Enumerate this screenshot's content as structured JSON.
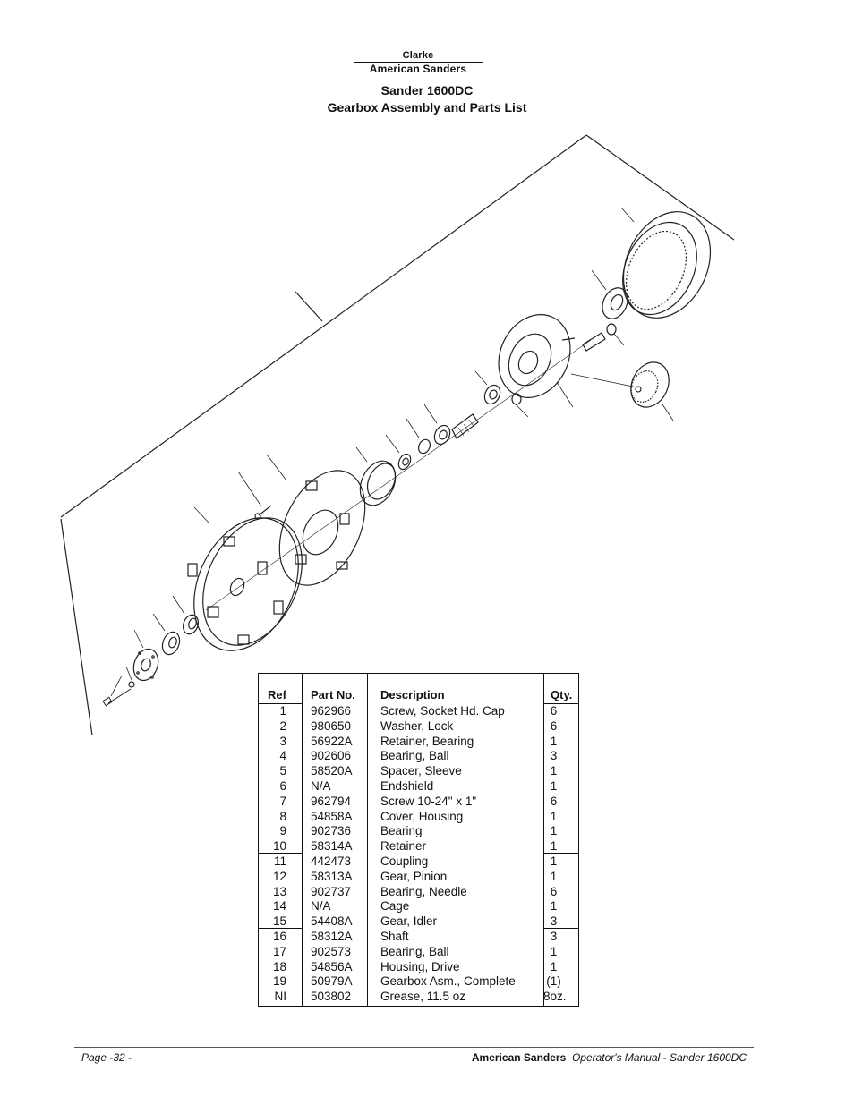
{
  "header": {
    "logo_top": "Clarke",
    "logo_bottom": "American Sanders",
    "title": "Sander 1600DC",
    "subtitle": "Gearbox Assembly and Parts List"
  },
  "table": {
    "headers": {
      "ref": "Ref",
      "part": "Part No.",
      "desc": "Description",
      "qty": "Qty."
    },
    "rows": [
      {
        "ref": "1",
        "part": "962966",
        "desc": "Screw, Socket Hd. Cap",
        "qty": "6"
      },
      {
        "ref": "2",
        "part": "980650",
        "desc": "Washer, Lock",
        "qty": "6"
      },
      {
        "ref": "3",
        "part": "56922A",
        "desc": "Retainer, Bearing",
        "qty": "1"
      },
      {
        "ref": "4",
        "part": "902606",
        "desc": "Bearing, Ball",
        "qty": "3"
      },
      {
        "ref": "5",
        "part": "58520A",
        "desc": "Spacer, Sleeve",
        "qty": "1"
      },
      {
        "ref": "6",
        "part": "N/A",
        "desc": "Endshield",
        "qty": "1"
      },
      {
        "ref": "7",
        "part": "962794",
        "desc": "Screw 10-24\" x 1\"",
        "qty": "6"
      },
      {
        "ref": "8",
        "part": "54858A",
        "desc": "Cover, Housing",
        "qty": "1"
      },
      {
        "ref": "9",
        "part": "902736",
        "desc": "Bearing",
        "qty": "1"
      },
      {
        "ref": "10",
        "part": "58314A",
        "desc": "Retainer",
        "qty": "1"
      },
      {
        "ref": "11",
        "part": "442473",
        "desc": "Coupling",
        "qty": "1"
      },
      {
        "ref": "12",
        "part": "58313A",
        "desc": "Gear, Pinion",
        "qty": "1"
      },
      {
        "ref": "13",
        "part": "902737",
        "desc": "Bearing, Needle",
        "qty": "6"
      },
      {
        "ref": "14",
        "part": "N/A",
        "desc": "Cage",
        "qty": "1"
      },
      {
        "ref": "15",
        "part": "54408A",
        "desc": "Gear, Idler",
        "qty": "3"
      },
      {
        "ref": "16",
        "part": "58312A",
        "desc": "Shaft",
        "qty": "3"
      },
      {
        "ref": "17",
        "part": "902573",
        "desc": "Bearing, Ball",
        "qty": "1"
      },
      {
        "ref": "18",
        "part": "54856A",
        "desc": "Housing, Drive",
        "qty": "1"
      },
      {
        "ref": "19",
        "part": "50979A",
        "desc": "Gearbox Asm., Complete",
        "qty": "(1)"
      },
      {
        "ref": "NI",
        "part": "503802",
        "desc": "Grease, 11.5 oz",
        "qty": "8oz."
      }
    ]
  },
  "footer": {
    "page": "Page -32 -",
    "brand": "American Sanders",
    "manual": "Operator's Manual - Sander  1600DC"
  }
}
